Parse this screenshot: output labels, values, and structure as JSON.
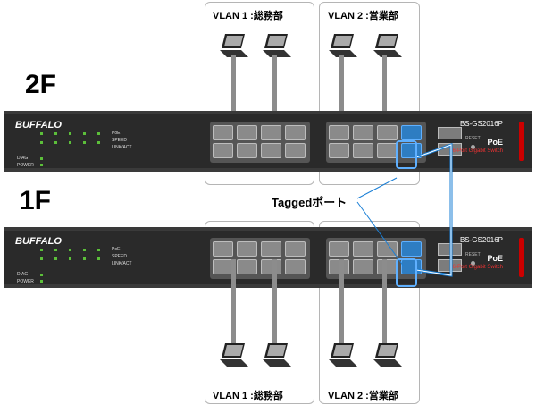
{
  "floors": {
    "top": "2F",
    "bottom": "1F"
  },
  "vlan_boxes": {
    "top_left": "VLAN 1 :総務部",
    "top_right": "VLAN 2 :営業部",
    "bottom_left": "VLAN 1 :総務部",
    "bottom_right": "VLAN 2 :営業部"
  },
  "tagged_label": "Taggedポート",
  "switch": {
    "brand": "BUFFALO",
    "model": "BS-GS2016P",
    "poe": "PoE",
    "poe_sub": "16-Port Gigabit Switch",
    "reset": "RESET",
    "led_labels": [
      "PoE",
      "SPEED",
      "LINK/ACT",
      "DIAG",
      "POWER"
    ]
  },
  "colors": {
    "tagged_link": "#1a7fd6",
    "cable": "#8c8c8c",
    "port_highlight": "#2e7dc2"
  },
  "icons": {
    "client": "laptop-icon"
  }
}
